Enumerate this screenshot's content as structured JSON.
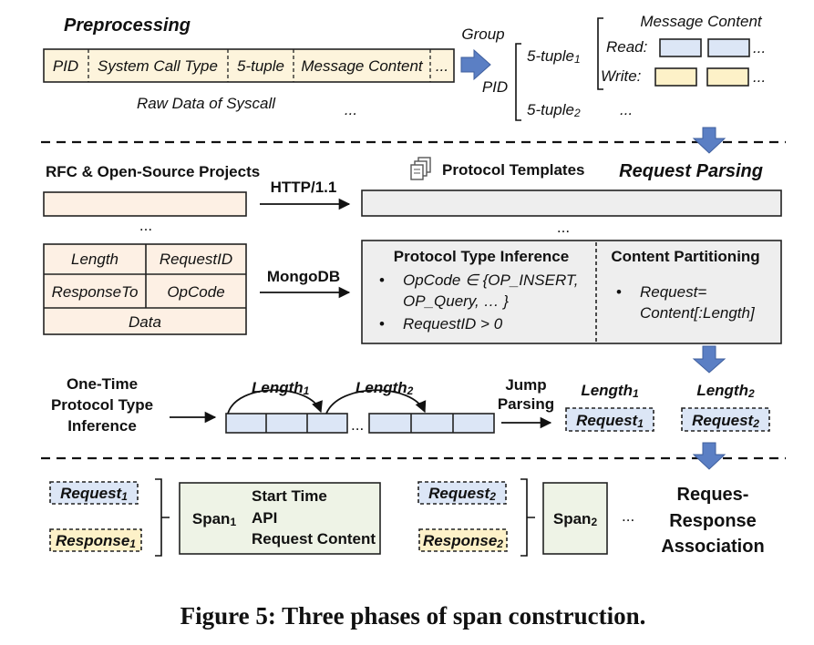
{
  "caption": "Figure 5: Three phases of span construction.",
  "colors": {
    "raw_fill": "#fdf4dc",
    "blue_fill": "#dce6f6",
    "yellow_fill": "#fdf1c8",
    "peach_fill": "#fdf0e4",
    "gray_fill": "#eeeeee",
    "green_fill": "#eef3e6",
    "arrow_blue": "#5b7fc4"
  },
  "icons": {
    "templates": "document-stack-icon",
    "group_arrow": "block-arrow-right-icon",
    "phase_arrow": "block-arrow-down-icon"
  },
  "preprocessing": {
    "title": "Preprocessing",
    "raw_fields": [
      "PID",
      "System Call Type",
      "5-tuple",
      "Message Content",
      "..."
    ],
    "raw_label": "Raw Data of Syscall",
    "raw_more": "...",
    "group_label": "Group",
    "pid_label": "PID",
    "tuple1": "5-tuple",
    "tuple1_sub": "1",
    "tuple2": "5-tuple",
    "tuple2_sub": "2",
    "tuple_more": "...",
    "message_content": "Message Content",
    "read_label": "Read:",
    "write_label": "Write:",
    "more": "..."
  },
  "request_parsing": {
    "title": "Request Parsing",
    "rfc_label": "RFC & Open-Source Projects",
    "templates_label": "Protocol Templates",
    "http_label": "HTTP/1.1",
    "mongodb_label": "MongoDB",
    "ellipsis": "...",
    "fields": [
      "Length",
      "RequestID",
      "ResponseTo",
      "OpCode",
      "Data"
    ],
    "inference_title": "Protocol Type Inference",
    "inference_line1": "OpCode ∈ {OP_INSERT,",
    "inference_line2": "OP_Query, … }",
    "inference_line3": "RequestID > 0",
    "partition_title": "Content Partitioning",
    "partition_line1": "Request=",
    "partition_line2": "Content[:Length]",
    "bullet": "•",
    "onetime_lines": [
      "One-Time",
      "Protocol Type",
      "Inference"
    ],
    "length": "Length",
    "sub1": "1",
    "sub2": "2",
    "jump_lines": [
      "Jump",
      "Parsing"
    ],
    "request": "Request",
    "segment_more": "..."
  },
  "association": {
    "request": "Request",
    "response": "Response",
    "sub1": "1",
    "sub2": "2",
    "span": "Span",
    "span_fields": [
      "Start Time",
      "API",
      "Request Content"
    ],
    "more": "...",
    "title_lines": [
      "Reques-",
      "Response",
      "Association"
    ]
  }
}
